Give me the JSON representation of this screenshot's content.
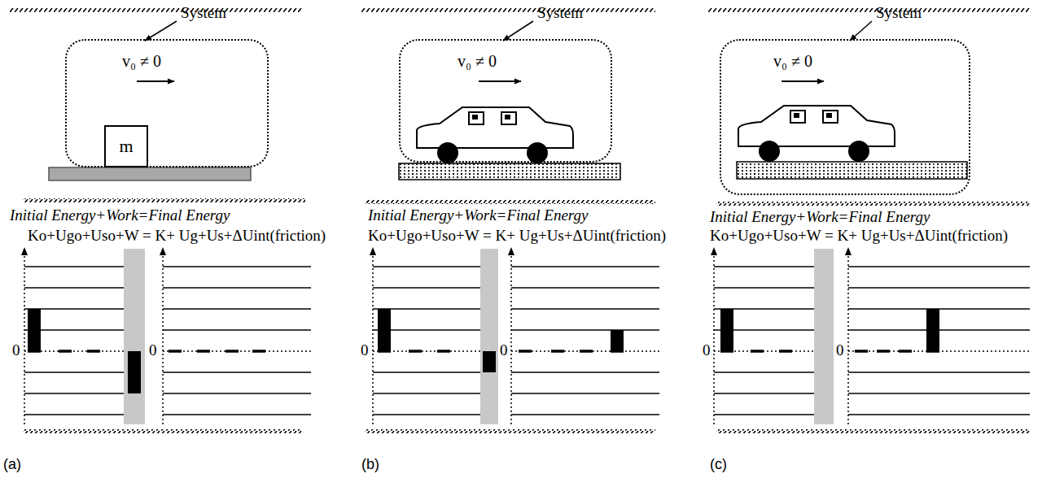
{
  "diagram": {
    "nodes": [
      {
        "text": [
          "v₀ ≠ 0"
        ]
      },
      {
        "text": [
          "m"
        ],
        "in": 0
      },
      {
        "text": [
          "v₀ ≠ 0"
        ]
      },
      {
        "text": [
          "v₀ ≠ 0"
        ]
      }
    ],
    "labels": [
      "System",
      "System",
      "System",
      "Initial Energy+Work=Final Energy",
      "Initial Energy+Work=Final Energy",
      "Initial Energy+Work=Final Energy",
      "Ko+Ugo+Uso+W = K+ Ug+Us+ΔUint(friction)",
      "Ko+Ugo+Uso+W = K+ Ug+Us+ΔUint(friction)",
      "Ko+Ugo+Uso+W = K+ Ug+Us+ΔUint(friction)",
      "0",
      "0",
      "0",
      "0",
      "0",
      "0",
      "(a)",
      "(b)",
      "(c)"
    ]
  }
}
